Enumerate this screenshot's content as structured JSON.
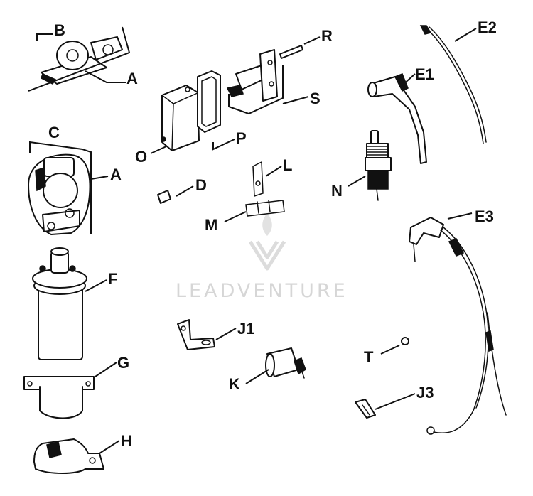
{
  "labels": {
    "B": "B",
    "A_top": "A",
    "C": "C",
    "A_mid": "A",
    "F": "F",
    "G": "G",
    "H": "H",
    "O": "O",
    "D": "D",
    "P": "P",
    "R": "R",
    "S": "S",
    "L": "L",
    "M": "M",
    "J1": "J1",
    "K": "K",
    "E1": "E1",
    "E2": "E2",
    "N": "N",
    "E3": "E3",
    "T": "T",
    "J3": "J3"
  },
  "watermark": {
    "text": "LEADVENTURE"
  }
}
